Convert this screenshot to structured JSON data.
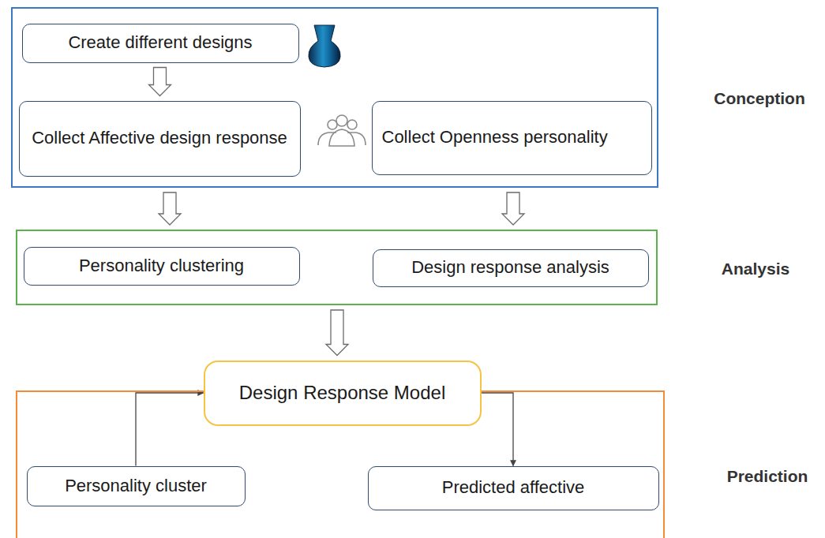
{
  "diagram": {
    "nodes": [
      {
        "text": [
          "Conception"
        ]
      },
      {
        "text": [
          "Create different designs"
        ],
        "in": 0
      },
      {
        "text": [
          "Collect Affective design response"
        ],
        "in": 0
      },
      {
        "text": [
          "Collect Openness personality"
        ],
        "in": 0
      },
      {
        "text": [
          "Analysis"
        ]
      },
      {
        "text": [
          "Personality clustering"
        ],
        "in": 4
      },
      {
        "text": [
          "Design response analysis"
        ],
        "in": 4
      },
      {
        "text": [
          "Prediction"
        ]
      },
      {
        "text": [
          "Design Response Model"
        ],
        "in": 7
      },
      {
        "text": [
          "Personality cluster"
        ],
        "in": 7
      },
      {
        "text": [
          "Predicted affective"
        ],
        "in": 7
      }
    ],
    "edges": [
      {
        "from": 1,
        "to": 2,
        "arrow": "to"
      },
      {
        "from": 0,
        "to": 5,
        "arrow": "to"
      },
      {
        "from": 0,
        "to": 6,
        "arrow": "to"
      },
      {
        "from": 4,
        "to": 8,
        "arrow": "to"
      },
      {
        "from": 9,
        "to": 8,
        "arrow": "to"
      },
      {
        "from": 8,
        "to": 10,
        "arrow": "to"
      }
    ]
  }
}
